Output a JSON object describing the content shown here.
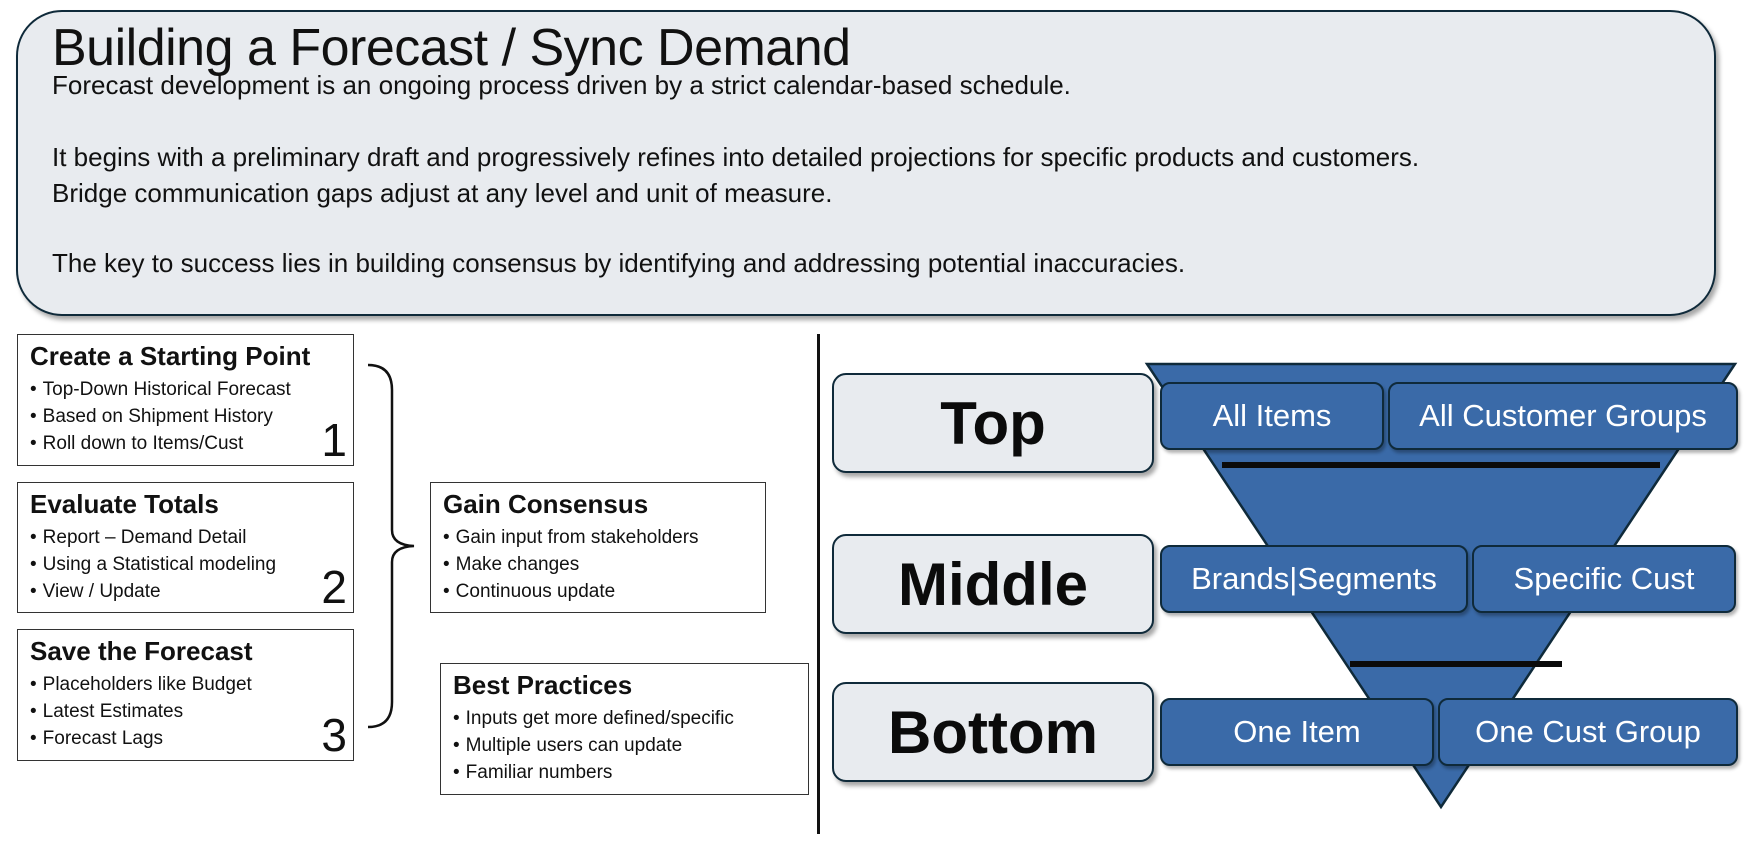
{
  "header": {
    "title": "Building a Forecast / Sync Demand",
    "lines": [
      "Forecast development is an ongoing process driven by a strict calendar-based schedule.",
      "It begins with a preliminary draft and progressively refines into detailed projections for specific products and customers.",
      "Bridge communication gaps adjust at any level and unit of measure.",
      "The key to success lies in building consensus by identifying and addressing potential inaccuracies."
    ]
  },
  "steps": [
    {
      "title": "Create a Starting Point",
      "number": "1",
      "bullets": [
        "Top-Down Historical Forecast",
        "Based on Shipment History",
        "Roll down to Items/Cust"
      ]
    },
    {
      "title": "Evaluate Totals",
      "number": "2",
      "bullets": [
        "Report – Demand Detail",
        "Using a Statistical modeling",
        "View / Update"
      ]
    },
    {
      "title": "Save the Forecast",
      "number": "3",
      "bullets": [
        "Placeholders like Budget",
        "Latest Estimates",
        "Forecast Lags"
      ]
    }
  ],
  "consensus": {
    "title": "Gain Consensus",
    "bullets": [
      "Gain input from stakeholders",
      "Make changes",
      "Continuous update"
    ]
  },
  "best_practices": {
    "title": "Best Practices",
    "bullets": [
      "Inputs get more defined/specific",
      "Multiple users can update",
      "Familiar numbers"
    ]
  },
  "funnel": {
    "levels": [
      {
        "label": "Top",
        "tags": [
          "All Items",
          "All Customer Groups"
        ]
      },
      {
        "label": "Middle",
        "tags": [
          "Brands|Segments",
          "Specific Cust"
        ]
      },
      {
        "label": "Bottom",
        "tags": [
          "One Item",
          "One Cust Group"
        ]
      }
    ],
    "colors": {
      "tag_fill": "#3a6aa8",
      "funnel_fill": "#3a6aa8",
      "label_fill": "#e8ebef",
      "outline": "#0f2a3a"
    }
  }
}
